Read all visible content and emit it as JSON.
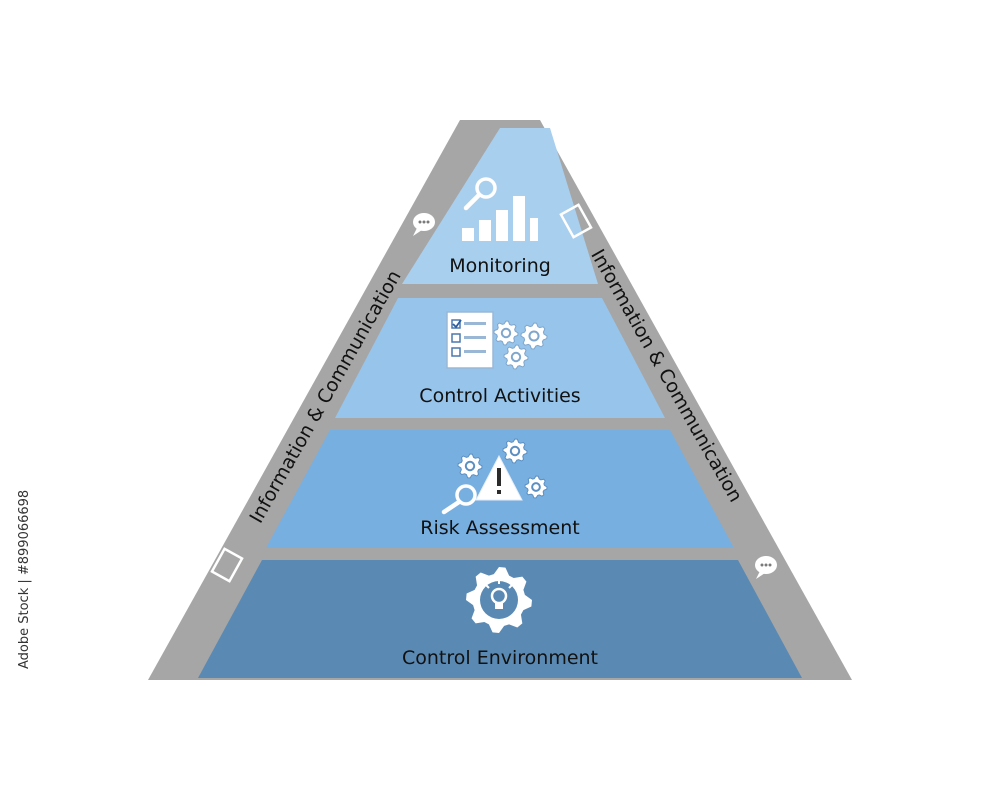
{
  "diagram": {
    "layers": [
      {
        "label": "Monitoring",
        "icon": "magnifier-bar-chart-icon",
        "color": "#a9cfee"
      },
      {
        "label": "Control Activities",
        "icon": "checklist-gears-icon",
        "color": "#97c4ea"
      },
      {
        "label": "Risk Assessment",
        "icon": "warning-gears-magnifier-icon",
        "color": "#77afe0"
      },
      {
        "label": "Control Environment",
        "icon": "gear-lightbulb-icon",
        "color": "#5a8ab3"
      }
    ],
    "side_labels": {
      "left": "Information & Communication",
      "right": "Information & Communication"
    },
    "frame_color": "#a6a6a6",
    "stock_id": "Adobe Stock | #899066698"
  }
}
